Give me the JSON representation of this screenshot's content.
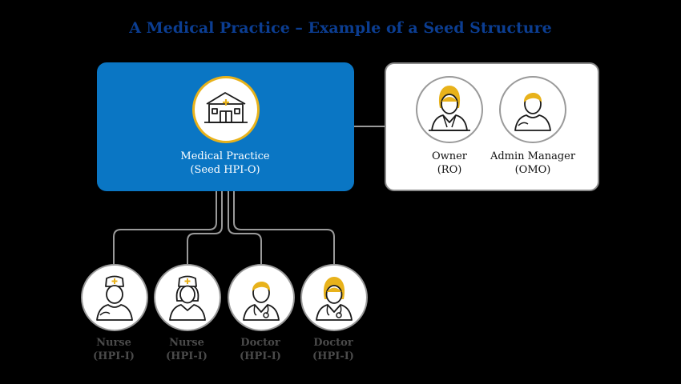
{
  "title": "A Medical Practice – Example of a Seed Structure",
  "seed": {
    "icon": "medical-building-icon",
    "name": "Medical Practice",
    "role": "(Seed HPI-O)"
  },
  "roles": [
    {
      "name": "Owner",
      "role": "(RO)",
      "icon": "female-owner-icon"
    },
    {
      "name": "Admin Manager",
      "role": "(OMO)",
      "icon": "male-admin-icon"
    }
  ],
  "staff": [
    {
      "name": "Nurse",
      "role": "(HPI-I)",
      "icon": "male-nurse-icon"
    },
    {
      "name": "Nurse",
      "role": "(HPI-I)",
      "icon": "female-nurse-icon"
    },
    {
      "name": "Doctor",
      "role": "(HPI-I)",
      "icon": "male-doctor-icon"
    },
    {
      "name": "Doctor",
      "role": "(HPI-I)",
      "icon": "female-doctor-icon"
    }
  ],
  "colors": {
    "title": "#0b3d91",
    "seed_box": "#0a76c4",
    "accent": "#e8b21b",
    "connector": "#9a9a9a",
    "outline": "#1a1a1a"
  }
}
